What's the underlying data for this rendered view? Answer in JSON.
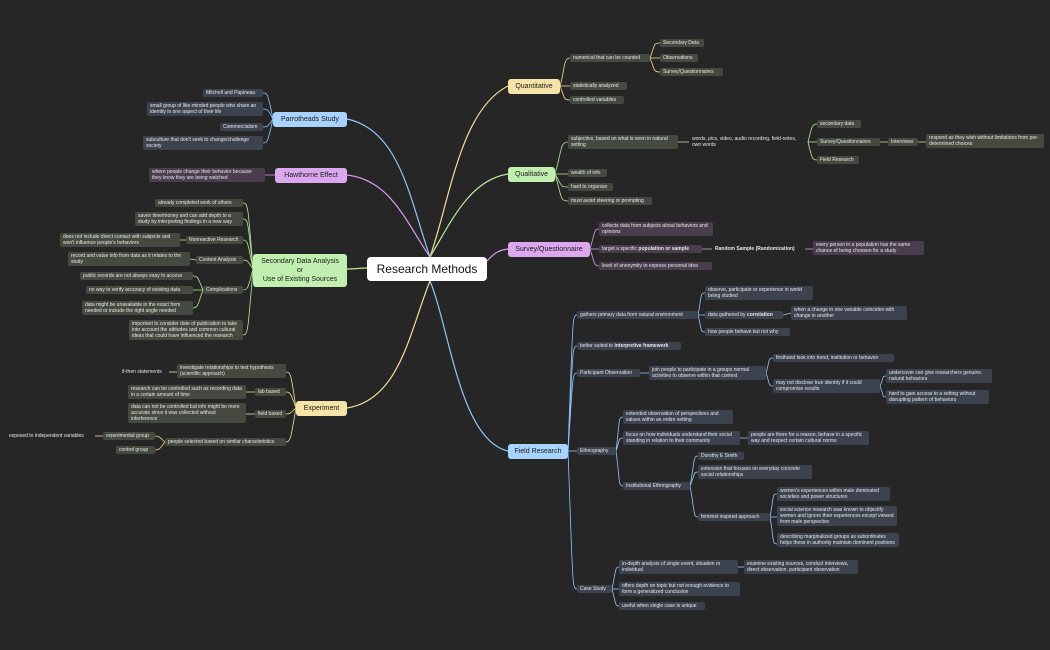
{
  "root": "Research Methods",
  "main": {
    "quantitative": "Quantitative",
    "qualitative": "Qualitative",
    "survey": "Survey/Questionnaire",
    "field": "Field Research",
    "parrotheads": "Parrotheads Study",
    "hawthorne": "Hawthorne Effect",
    "secondary": "Secondary Data Analysis\nor\nUse of Existing Sources",
    "experiment": "Experiment"
  },
  "quant": {
    "numerical": "numerical that can be counted",
    "secondary_data": "Secondary Data",
    "observations": "Observations",
    "surveys": "Survey/Questionnaires",
    "stat": "statistically analyzed",
    "controlled": "controlled variables"
  },
  "qual": {
    "subjective": "subjective, based on what is seen in natural setting",
    "words": "words, pics, video, audio recording, field-notes, own words",
    "secondary_data": "secondary data",
    "surveys": "Survey/Questionnaires",
    "interviews": "Interviews",
    "respond": "respond as they wish without limitations from pre-determined choices",
    "field": "Field Research",
    "wealth": "wealth of info",
    "hard": "hard to organize",
    "must": "must avoid steering or prompting"
  },
  "survey": {
    "collects": "collects data from subjects about behaviors and opinions",
    "target_pre": "target a specific",
    "target_bold": "population or sample",
    "random": "Random Sample (Randomization)",
    "every": "every person in a population has the same chance of being choosen for a study",
    "anon": "level of anonymity to express personal idea"
  },
  "field": {
    "gathers": "gathers primary data from natural environment",
    "observe": "observe, participate or experience in world being studied",
    "corr_pre": "data gathered by",
    "corr_bold": "correlation",
    "when": "when a change in one variable coincides with change in another",
    "how": "how people behave but not why",
    "better_pre": "better suited to",
    "better_bold": "interpretive framework",
    "participant": "Participant Observation",
    "join": "join people to participate in a groups normal activities to observe within that context",
    "firsthand": "firsthand look into trend, institution or behavior",
    "may_not": "may not disclose true identity if it could compromise results",
    "undercover": "undercover can give researchers genuine, natural behaviors",
    "hard_gain": "hard to gain access to a setting without disrupting pattern of behaviors",
    "ethnography": "Ethnography",
    "extended": "extended observation of perspectives and values within an entire setting",
    "focus": "focus on how individuals understand their social standing  in relation to their community",
    "people_there": "people are there for a reason, behave in a specific way and respect certain cultural norms",
    "inst": "Institutional Ethnography",
    "dorothy": "Dorothy E Smith",
    "extension": "extension that focuses on everyday concrete social relationships",
    "feminist": "feminist inspired approach",
    "womens": "women's experiences within male dominated societies and power structures",
    "social_sci": "social science research was known to objectify women and ignore their experiences except viewed from male perspective",
    "describing": "describing marginalized groups as subordinates helps those in authority maintain dominent positions",
    "case": "Case Study",
    "indepth": "in-depth analysis of single event, situation or individual",
    "examine": "examine existing sources, conduct interviews, direct observation, participant observation",
    "offers": "offers depth on topic but not enough evidence to form a generalized conclusion",
    "useful": "useful when single case is unique"
  },
  "parrot": {
    "mitchell": "Mitchell and Papineau",
    "small": "small group of like-minded people who share an identity in one aspect of their life",
    "commercialism": "Commercialism",
    "subculture": "subculture that don't seek to change/challenge society"
  },
  "hawth": {
    "where": "where people change their behavior because they know they are being watched"
  },
  "sec": {
    "already": "already completed work of others",
    "saves": "saves time/money and can add depth to a study by interpreting findings in a new way",
    "does_not": "does not include direct contact with subjects and won't influence people's behaviors",
    "nonreactive": "Nonreactive Research",
    "record": "record and value info from data as it relates to the study",
    "content": "Content Analysis",
    "public": "public records are not always easy to access",
    "noway": "no way to verify accuracy of existing data",
    "complications": "Complications",
    "unavailable": "data might be unavailable in the exact form needed or include the right angle needed",
    "important": "important to consider date of publication to take into account the attitudes and common cultural ideas that could have influenced the research"
  },
  "exp": {
    "ifthen": "if-then statements",
    "investigate": "investigate relationships to test hypothesis (scientific approach)",
    "research_ctrl": "research can be controlled such as recording data in a certain amount of time",
    "lab": "lab based",
    "data_not": "data can not be controlled but info might be more accurate since it was collected without interference",
    "fieldb": "field based",
    "exposed": "exposed to independent variables",
    "expgroup": "experimental group",
    "control": "control group",
    "selected": "people selected based on similar characteristics"
  },
  "colors": {
    "background": "#262626",
    "quantitative": "#f5e4a8",
    "qualitative": "#c1efb0",
    "survey": "#dba8ef",
    "field": "#a9d3ff",
    "parrotheads": "#a9d3ff",
    "hawthorne": "#dba8ef",
    "secondary": "#c1efb0",
    "experiment": "#f5e4a8"
  }
}
